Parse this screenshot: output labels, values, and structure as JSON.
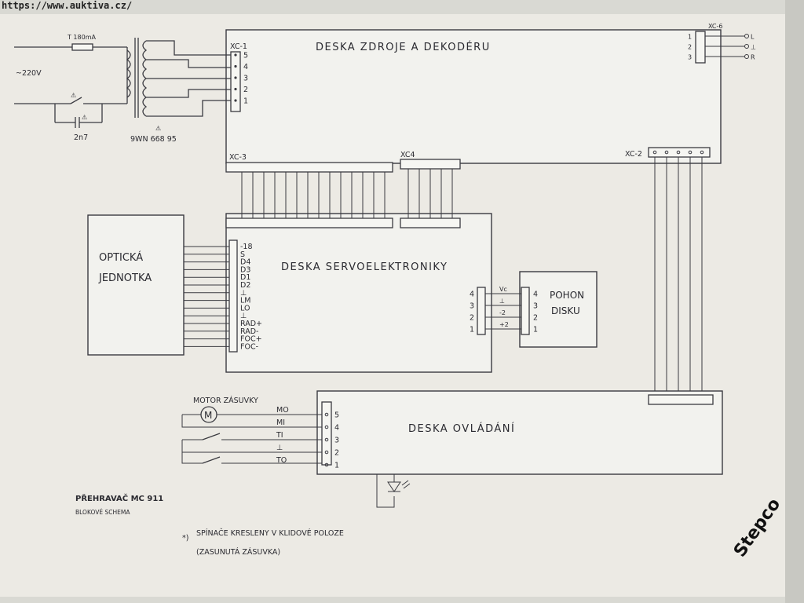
{
  "watermark_url": "https://www.auktiva.cz/",
  "watermark_brand": "Stepco",
  "boards": {
    "power": "DESKA  ZDROJE  A  DEKODÉRU",
    "servo": "DESKA  SERVOELEKTRONIKY",
    "control": "DESKA  OVLÁDÁNÍ",
    "optical_line1": "OPTICKÁ",
    "optical_line2": "JEDNOTKA",
    "drive_line1": "POHON",
    "drive_line2": "DISKU"
  },
  "connectors": {
    "xc1": "XC-1",
    "xc2": "XC-2",
    "xc3": "XC-3",
    "xc4": "XC4",
    "xc6": "XC-6"
  },
  "mains": {
    "voltage": "~220V",
    "fuse": "T 180mA",
    "capacitor": "2n7",
    "transformer": "9WN 668 95",
    "warning_symbol": "⚠"
  },
  "xc1_pins": [
    "5",
    "4",
    "3",
    "2",
    "1"
  ],
  "xc6_pins": [
    "1",
    "2",
    "3"
  ],
  "xc6_labels": [
    "L",
    "⊥",
    "R"
  ],
  "optical_signals": [
    "-18",
    "S",
    "D4",
    "D3",
    "D1",
    "D2",
    "⊥",
    "LM",
    "LO",
    "⊥",
    "RAD+",
    "RAD-",
    "FOC+",
    "FOC-"
  ],
  "drive_pins": [
    "4",
    "3",
    "2",
    "1"
  ],
  "drive_signals": [
    "Vc",
    "⊥",
    "-2",
    "+2"
  ],
  "motor_label": "MOTOR ZÁSUVKY",
  "motor_symbol": "M",
  "control_pins": [
    "5",
    "4",
    "3",
    "2",
    "1"
  ],
  "control_signals": [
    "MO",
    "MI",
    "TI",
    "⊥",
    "TO"
  ],
  "footer": {
    "title": "PŘEHRAVAČ  MC 911",
    "subtitle": "BLOKOVÉ  SCHEMA",
    "note_mark": "*)",
    "note_line1": "SPÍNAČE  KRESLENY  V  KLIDOVÉ  POLOZE",
    "note_line2": "(ZASUNUTÁ  ZÁSUVKA)"
  }
}
